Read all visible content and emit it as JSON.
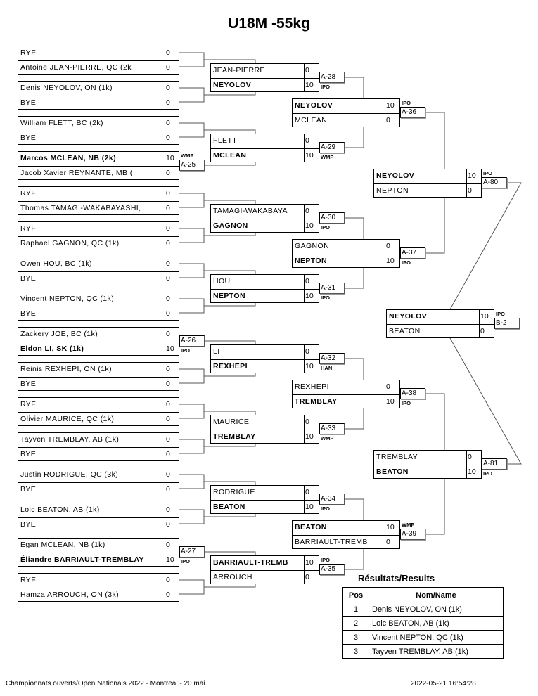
{
  "title": "U18M -55kg",
  "round1": [
    {
      "a": "RYF",
      "as": "0",
      "b": "Antoine JEAN-PIERRE, QC (2k",
      "bs": "0"
    },
    {
      "a": "Denis NEYOLOV, ON (1k)",
      "as": "0",
      "b": "BYE",
      "bs": "0"
    },
    {
      "a": "William FLETT, BC (2k)",
      "as": "0",
      "b": "BYE",
      "bs": "0"
    },
    {
      "a": "Marcos MCLEAN, NB (2k)",
      "as": "10",
      "b": "Jacob Xavier REYNANTE, MB (",
      "bs": "0",
      "win": "a",
      "label": "A-25",
      "method": "WMP"
    },
    {
      "a": "RYF",
      "as": "0",
      "b": "Thomas TAMAGI-WAKABAYASHI,",
      "bs": "0"
    },
    {
      "a": "RYF",
      "as": "0",
      "b": "Raphael GAGNON, QC (1k)",
      "bs": "0"
    },
    {
      "a": "Owen HOU, BC (1k)",
      "as": "0",
      "b": "BYE",
      "bs": "0"
    },
    {
      "a": "Vincent NEPTON, QC (1k)",
      "as": "0",
      "b": "BYE",
      "bs": "0"
    },
    {
      "a": "Zackery JOE, BC (1k)",
      "as": "0",
      "b": "Eldon LI, SK (1k)",
      "bs": "10",
      "win": "b",
      "label": "A-26",
      "method": "IPO"
    },
    {
      "a": "Reinis REXHEPI, ON (1k)",
      "as": "0",
      "b": "BYE",
      "bs": "0"
    },
    {
      "a": "RYF",
      "as": "0",
      "b": "Olivier MAURICE, QC (1k)",
      "bs": "0"
    },
    {
      "a": "Tayven TREMBLAY, AB (1k)",
      "as": "0",
      "b": "BYE",
      "bs": "0"
    },
    {
      "a": "Justin RODRIGUE, QC (3k)",
      "as": "0",
      "b": "BYE",
      "bs": "0"
    },
    {
      "a": "Loic BEATON, AB (1k)",
      "as": "0",
      "b": "BYE",
      "bs": "0"
    },
    {
      "a": "Egan MCLEAN, NB (1k)",
      "as": "0",
      "b": "Éliandre BARRIAULT-TREMBLAY",
      "bs": "10",
      "win": "b",
      "label": "A-27",
      "method": "IPO"
    },
    {
      "a": "RYF",
      "as": "0",
      "b": "Hamza ARROUCH, ON (3k)",
      "bs": "0"
    }
  ],
  "round2": [
    {
      "a": "JEAN-PIERRE",
      "as": "0",
      "b": "NEYOLOV",
      "bs": "10",
      "win": "b",
      "label": "A-28",
      "method": "IPO"
    },
    {
      "a": "FLETT",
      "as": "0",
      "b": "MCLEAN",
      "bs": "10",
      "win": "b",
      "label": "A-29",
      "method": "WMP"
    },
    {
      "a": "TAMAGI-WAKABAYA",
      "as": "0",
      "b": "GAGNON",
      "bs": "10",
      "win": "b",
      "label": "A-30",
      "method": "IPO"
    },
    {
      "a": "HOU",
      "as": "0",
      "b": "NEPTON",
      "bs": "10",
      "win": "b",
      "label": "A-31",
      "method": "IPO"
    },
    {
      "a": "LI",
      "as": "0",
      "b": "REXHEPI",
      "bs": "10",
      "win": "b",
      "label": "A-32",
      "method": "HAN"
    },
    {
      "a": "MAURICE",
      "as": "0",
      "b": "TREMBLAY",
      "bs": "10",
      "win": "b",
      "label": "A-33",
      "method": "WMP"
    },
    {
      "a": "RODRIGUE",
      "as": "0",
      "b": "BEATON",
      "bs": "10",
      "win": "b",
      "label": "A-34",
      "method": "IPO"
    },
    {
      "a": "BARRIAULT-TREMB",
      "as": "10",
      "b": "ARROUCH",
      "bs": "0",
      "win": "a",
      "label": "A-35",
      "method": "IPO"
    }
  ],
  "round3": [
    {
      "a": "NEYOLOV",
      "as": "10",
      "b": "MCLEAN",
      "bs": "0",
      "win": "a",
      "label": "A-36",
      "method": "IPO"
    },
    {
      "a": "GAGNON",
      "as": "0",
      "b": "NEPTON",
      "bs": "10",
      "win": "b",
      "label": "A-37",
      "method": "IPO"
    },
    {
      "a": "REXHEPI",
      "as": "0",
      "b": "TREMBLAY",
      "bs": "10",
      "win": "b",
      "label": "A-38",
      "method": "IPO"
    },
    {
      "a": "BEATON",
      "as": "10",
      "b": "BARRIAULT-TREMB",
      "bs": "0",
      "win": "a",
      "label": "A-39",
      "method": "WMP"
    }
  ],
  "round4": [
    {
      "a": "NEYOLOV",
      "as": "10",
      "b": "NEPTON",
      "bs": "0",
      "win": "a",
      "label": "A-80",
      "method": "IPO"
    },
    {
      "a": "TREMBLAY",
      "as": "0",
      "b": "BEATON",
      "bs": "10",
      "win": "b",
      "label": "A-81",
      "method": "IPO"
    }
  ],
  "final": [
    {
      "a": "NEYOLOV",
      "as": "10",
      "b": "BEATON",
      "bs": "0",
      "win": "a",
      "label": "B-2",
      "method": "IPO"
    }
  ],
  "results": {
    "title": "Résultats/Results",
    "headers": [
      "Pos",
      "Nom/Name"
    ],
    "rows": [
      {
        "pos": "1",
        "name": "Denis NEYOLOV, ON (1k)"
      },
      {
        "pos": "2",
        "name": "Loic BEATON, AB (1k)"
      },
      {
        "pos": "3",
        "name": "Vincent NEPTON, QC (1k)"
      },
      {
        "pos": "3",
        "name": "Tayven TREMBLAY, AB (1k)"
      }
    ]
  },
  "footer": {
    "left": "Championnats ouverts/Open Nationals 2022 - Montreal - 20 mai",
    "right": "2022-05-21 16:54:28"
  }
}
